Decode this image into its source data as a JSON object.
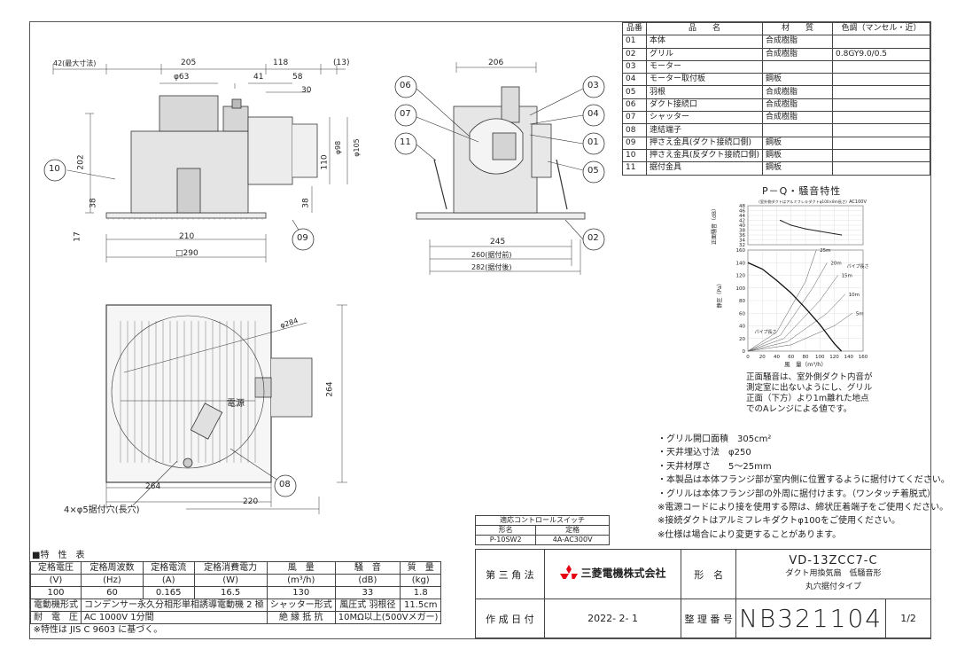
{
  "parts_table": {
    "headers": [
      "品番",
      "品　　名",
      "材　　質",
      "色調（マンセル・近）"
    ],
    "rows": [
      [
        "01",
        "本体",
        "合成樹脂",
        ""
      ],
      [
        "02",
        "グリル",
        "合成樹脂",
        "0.8GY9.0/0.5"
      ],
      [
        "03",
        "モーター",
        "",
        ""
      ],
      [
        "04",
        "モーター取付板",
        "鋼板",
        ""
      ],
      [
        "05",
        "羽根",
        "合成樹脂",
        ""
      ],
      [
        "06",
        "ダクト接続口",
        "合成樹脂",
        ""
      ],
      [
        "07",
        "シャッター",
        "合成樹脂",
        ""
      ],
      [
        "08",
        "速結端子",
        "",
        ""
      ],
      [
        "09",
        "押さえ金具(ダクト接続口側)",
        "鋼板",
        ""
      ],
      [
        "10",
        "押さえ金具(反ダクト接続口側)",
        "鋼板",
        ""
      ],
      [
        "11",
        "据付金具",
        "鋼板",
        ""
      ]
    ]
  },
  "front_view": {
    "dims": [
      "42(最大寸法)",
      "205",
      "118",
      "(13)",
      "φ63",
      "41",
      "58",
      "30",
      "202",
      "38",
      "110",
      "φ98",
      "φ105",
      "38",
      "17",
      "210",
      "□290"
    ],
    "callouts": [
      "10",
      "09"
    ]
  },
  "side_view": {
    "dims": [
      "206",
      "245",
      "260(据付前)",
      "282(据付後)"
    ],
    "callouts": [
      "06",
      "07",
      "11",
      "03",
      "04",
      "01",
      "05",
      "02"
    ]
  },
  "bottom_view": {
    "dims": [
      "φ284",
      "264",
      "264",
      "220"
    ],
    "power_label": "電源",
    "hole_label": "4×φ5据付穴(長穴)",
    "callouts": [
      "08"
    ]
  },
  "pq_chart": {
    "title": "P－Q・騒音特性",
    "noise_ylabel": "正面騒音（dB）",
    "noise_note": "(室外側ダクトはアルミフレキダクトφ100×8m長さ)",
    "voltage": "AC100V",
    "pressure_ylabel": "静圧（Pa）",
    "xlabel": "風　量（m³/h）",
    "pipe_label": "パイプ長さ",
    "pipe_series": [
      "25m",
      "20m",
      "15m",
      "10m",
      "5m"
    ],
    "system_label": "パイプ長さ"
  },
  "chart_data": {
    "type": "line",
    "title": "P－Q・騒音特性",
    "xlabel": "風　量（m³/h）",
    "x_ticks": [
      0,
      20,
      40,
      60,
      80,
      100,
      120,
      140,
      160
    ],
    "xlim": [
      0,
      160
    ],
    "noise": {
      "ylabel": "正面騒音（dB）",
      "ylim": [
        32,
        48
      ],
      "y_ticks": [
        32,
        34,
        36,
        38,
        40,
        42,
        44,
        46,
        48
      ],
      "x": [
        45,
        60,
        80,
        100,
        120,
        130
      ],
      "values": [
        42,
        40,
        38.5,
        37.5,
        36.5,
        36
      ]
    },
    "pressure": {
      "ylabel": "静圧（Pa）",
      "ylim": [
        0,
        160
      ],
      "y_ticks": [
        0,
        20,
        40,
        60,
        80,
        100,
        120,
        140,
        160
      ],
      "x": [
        0,
        20,
        40,
        60,
        80,
        100,
        120,
        130
      ],
      "values": [
        140,
        130,
        112,
        92,
        68,
        42,
        12,
        0
      ]
    },
    "resistance_curves": [
      {
        "name": "25m",
        "x": [
          0,
          40,
          80,
          95
        ],
        "values": [
          0,
          30,
          110,
          160
        ]
      },
      {
        "name": "20m",
        "x": [
          0,
          45,
          90,
          110
        ],
        "values": [
          0,
          25,
          100,
          140
        ]
      },
      {
        "name": "15m",
        "x": [
          0,
          50,
          100,
          125
        ],
        "values": [
          0,
          20,
          80,
          120
        ]
      },
      {
        "name": "10m",
        "x": [
          0,
          55,
          110,
          135
        ],
        "values": [
          0,
          15,
          60,
          90
        ]
      },
      {
        "name": "5m",
        "x": [
          0,
          60,
          120,
          145
        ],
        "values": [
          0,
          10,
          40,
          60
        ]
      }
    ]
  },
  "chart_note": [
    "正面騒音は、室外側ダクト内音が",
    "測定室に出ないようにし、グリル",
    "正面（下方）より1m離れた地点",
    "でのAレンジによる値です。"
  ],
  "notes": [
    "・グリル開口面積　305cm²",
    "・天井埋込寸法　φ250",
    "・天井材厚さ　　5～25mm",
    "・本製品は本体フランジ部が室内側に位置するように据付けてください。",
    "・グリルは本体フランジ部の外周に据付けます。（ワンタッチ着脱式）",
    "※電源コードにより接を使用する際は、締状圧着端子をご使用ください。",
    "※接続ダクトはアルミフレキダクトφ100をご使用ください。",
    "※仕様は場合により変更することがあります。"
  ],
  "spec_table": {
    "title": "■特　性　表",
    "headers": [
      "定格電圧\n(V)",
      "定格周波数\n(Hz)",
      "定格電流\n(A)",
      "定格消費電力\n(W)",
      "風　量\n(m³/h)",
      "騒　音\n(dB)",
      "質　量\n(kg)"
    ],
    "header_top": [
      "定格電圧",
      "定格周波数",
      "定格電流",
      "定格消費電力",
      "風　量",
      "騒　音",
      "質　量"
    ],
    "header_unit": [
      "(V)",
      "(Hz)",
      "(A)",
      "(W)",
      "(m³/h)",
      "(dB)",
      "(kg)"
    ],
    "values": [
      "100",
      "60",
      "0.165",
      "16.5",
      "130",
      "33",
      "1.8"
    ],
    "motor_label": "電動機形式",
    "motor_value": "コンデンサー永久分相形単相誘導電動機 2 極",
    "shutter_label": "シャッター形式",
    "shutter_value": "風圧式",
    "blade_label": "羽根径",
    "blade_value": "11.5cm",
    "withstand_label": "耐　電　圧",
    "withstand_value": "AC 1000V 1分間",
    "insulation_label": "絶 縁 抵 抗",
    "insulation_value": "10MΩ以上(500Vメガー)",
    "footnote": "※特性は JIS C 9603 に基づく。"
  },
  "control_switch": {
    "title": "適応コントロールスイッチ",
    "headers": [
      "形名",
      "定格"
    ],
    "values": [
      "P-10SW2",
      "4A-AC300V"
    ]
  },
  "title_block": {
    "projection": "第 三 角 法",
    "company": "三菱電機株式会社",
    "model_label": "形　名",
    "model_value": "VD-13ZCC7-C",
    "desc1": "ダクト用換気扇　低騒音形",
    "desc2": "丸穴据付タイプ",
    "date_label": "作 成 日 付",
    "date_value": "2022- 2- 1",
    "drawing_no_label": "整 理 番 号",
    "drawing_no": "NB321104",
    "page": "1/2"
  },
  "colors": {
    "line": "#333333",
    "brand": "#e60012"
  }
}
